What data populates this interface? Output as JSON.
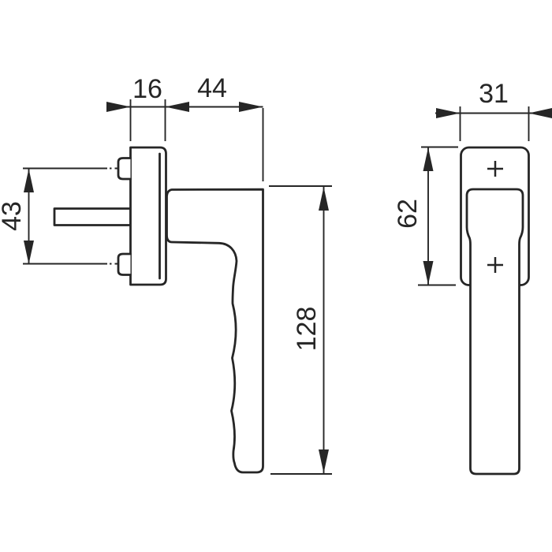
{
  "diagram": {
    "type": "technical-drawing",
    "colors": {
      "line": "#262626",
      "background": "#ffffff"
    },
    "side_view": {
      "dims": {
        "plate_depth": "16",
        "projection": "44",
        "screw_spacing": "43",
        "handle_length": "128"
      }
    },
    "front_view": {
      "dims": {
        "plate_width": "31",
        "plate_height": "62"
      },
      "screw_marker": "+"
    }
  }
}
